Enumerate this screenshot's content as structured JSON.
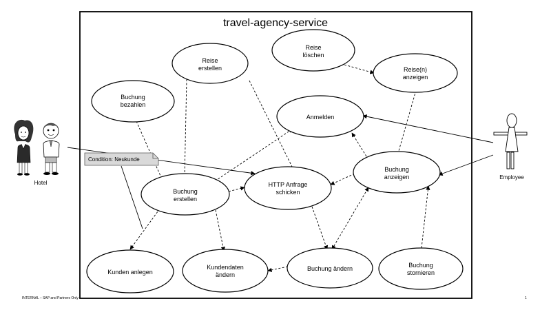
{
  "system": {
    "title": "travel-agency-service"
  },
  "use_cases": {
    "reise_erstellen": [
      "Reise",
      "erstellen"
    ],
    "reise_loeschen": [
      "Reise",
      "löschen"
    ],
    "reise_anzeigen": [
      "Reise(n)",
      "anzeigen"
    ],
    "buchung_bezahlen": [
      "Buchung",
      "bezahlen"
    ],
    "anmelden": [
      "Anmelden"
    ],
    "buchung_anzeigen": [
      "Buchung",
      "anzeigen"
    ],
    "buchung_erstellen": [
      "Buchung",
      "erstellen"
    ],
    "http_anfrage": [
      "HTTP Anfrage",
      "schicken"
    ],
    "kunden_anlegen": [
      "Kunden anlegen"
    ],
    "kundendaten_aendern": [
      "Kundendaten",
      "ändern"
    ],
    "buchung_aendern": [
      "Buchung ändern"
    ],
    "buchung_stornieren": [
      "Buchung",
      "stornieren"
    ]
  },
  "actors": {
    "hotel": "Hotel",
    "employee": "Employee"
  },
  "note": {
    "text": "Condition:  Neukunde"
  },
  "footer": {
    "classification": "INTERNAL – SAP and Partners Only",
    "page_number": "1"
  }
}
